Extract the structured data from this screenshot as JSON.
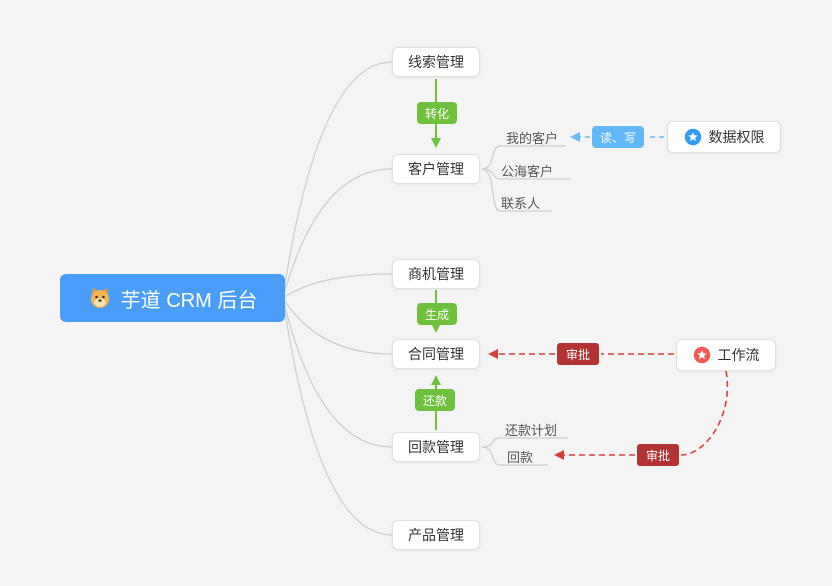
{
  "root": {
    "label": "芋道 CRM 后台",
    "icon": "dog-icon"
  },
  "branches": {
    "leads": {
      "label": "线索管理"
    },
    "customer": {
      "label": "客户管理",
      "children": [
        "我的客户",
        "公海客户",
        "联系人"
      ]
    },
    "business": {
      "label": "商机管理"
    },
    "contract": {
      "label": "合同管理"
    },
    "receivable": {
      "label": "回款管理",
      "children": [
        "还款计划",
        "回款"
      ]
    },
    "product": {
      "label": "产品管理"
    }
  },
  "side_nodes": {
    "data_permission": {
      "label": "数据权限",
      "icon": "star-icon"
    },
    "workflow": {
      "label": "工作流",
      "icon": "star-icon"
    }
  },
  "edge_badges": {
    "convert": "转化",
    "generate": "生成",
    "repay": "还款",
    "read_write": "读、写",
    "approve_contract": "审批",
    "approve_receivable": "审批"
  },
  "colors": {
    "background": "#f4f4f4",
    "root_bg": "#4a9df8",
    "badge_green": "#6ec13d",
    "badge_blue": "#63b8f7",
    "badge_red": "#b23331",
    "dashed_blue": "#6cb9f8",
    "dashed_red": "#d4403a",
    "connector_gray": "#cdcdcd",
    "green_line": "#6ec13d",
    "data_permission_icon": "#2f9bf4",
    "workflow_icon": "#ef5b56"
  }
}
